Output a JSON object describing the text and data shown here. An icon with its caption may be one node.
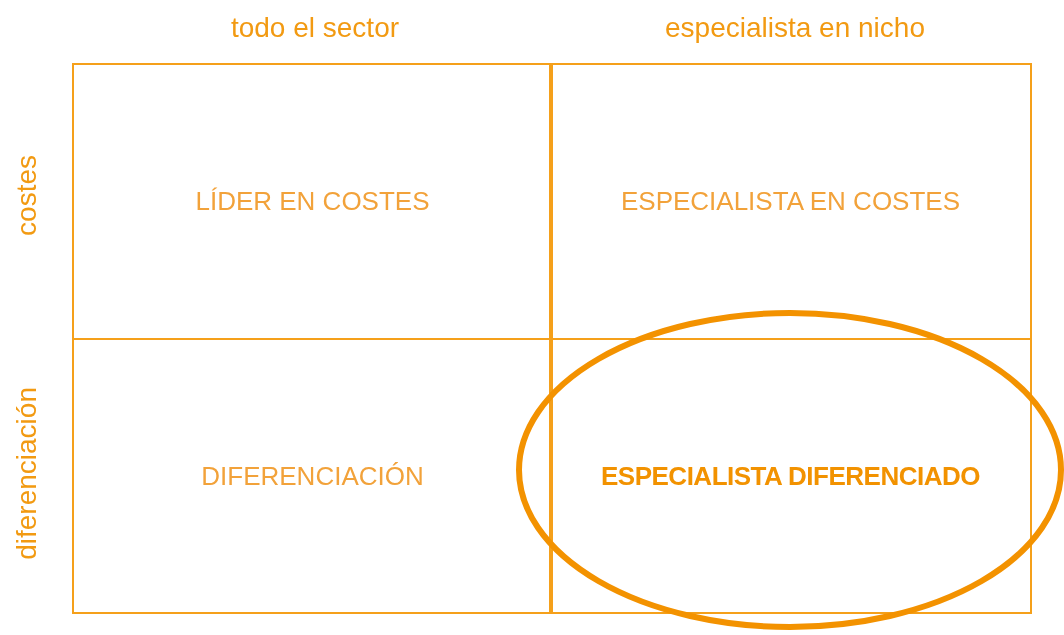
{
  "diagram": {
    "nodes": [
      {
        "text": [
          "LÍDER EN COSTES"
        ]
      },
      {
        "text": [
          "ESPECIALISTA EN COSTES"
        ]
      },
      {
        "text": [
          "DIFERENCIACIÓN"
        ]
      },
      {
        "text": [
          "ESPECIALISTA DIFERENCIADO"
        ]
      }
    ],
    "edges": [],
    "labels": [
      "todo el sector",
      "especialista en nicho",
      "costes",
      "diferenciación"
    ]
  }
}
